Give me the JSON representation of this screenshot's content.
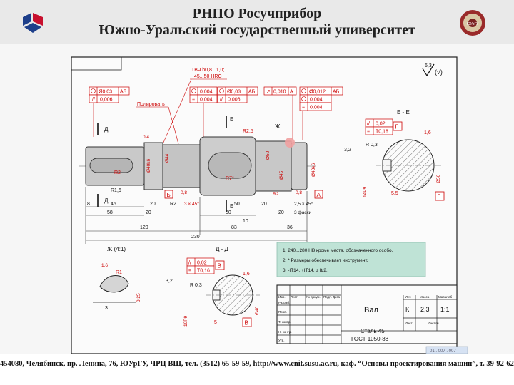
{
  "header": {
    "title_line1": "РНПО  Росучприбор",
    "title_line2": "Южно-Уральский государственный университет",
    "right_logo_text": "ЮУрГУ"
  },
  "drawing": {
    "roughness": "6,3",
    "hardness_note_1": "ТВЧ h0,8...1,0;",
    "hardness_note_2": "45...50 HRC",
    "polish_note": "Полировать",
    "tol_1": [
      "Ø0,03",
      "АБ"
    ],
    "tol_2": "0,006",
    "tol_3": "0,004",
    "tol_4": "0,004",
    "tol_5": [
      "Ø0,03",
      "АБ"
    ],
    "tol_6": [
      "0,010",
      "А"
    ],
    "tol_7": [
      "Ø0,012",
      "АБ"
    ],
    "tol_8": "0,004",
    "tol_9": "0,004",
    "labels": {
      "d": "Д",
      "e": "Е",
      "zh": "Ж",
      "b": "Б",
      "a": "А",
      "r25": "R2,5",
      "r2_1": "R2",
      "r2_2": "R2",
      "r2_3": "R2",
      "r7": "R7*",
      "r16": "R1,6",
      "ch_1": "3 × 45°",
      "ch_2": "2,5 × 45°",
      "ch_3": "3 фаски",
      "r08_1": "0,8",
      "r08_2": "0,8",
      "r02": "0,4",
      "d40": "Ø40k6",
      "d45": "Ø45",
      "d50": "Ø50",
      "d40b": "Ø40k6",
      "d44": "Ø44"
    },
    "dims": {
      "d8": "8",
      "d45": "45",
      "d20a": "20",
      "d20b": "20",
      "d50": "50",
      "d20c": "20",
      "d58": "58",
      "d120": "120",
      "d83": "83",
      "d36": "36",
      "d230": "230",
      "d10": "10",
      "d5": "5"
    },
    "section_ee": {
      "title": "Е - Е",
      "tol_1": [
        "0,02",
        "Г"
      ],
      "tol_2": "Т0,18",
      "r": "R 0,3",
      "c32": "3,2",
      "c16": "1,6",
      "depth": "14P9",
      "dia": "Ø50",
      "b55": "5,5",
      "g": "Г"
    },
    "section_dd": {
      "title": "Д - Д",
      "tol_1": [
        "0,02",
        "В"
      ],
      "tol_2": "Т0,16",
      "r": "R 0,3",
      "c32": "3,2",
      "c16": "1,6",
      "depth": "10P9",
      "dia": "Ø40",
      "b5": "5",
      "v": "В"
    },
    "detail": {
      "title": "Ж (4:1)",
      "r": "R1",
      "a": "3",
      "b": "0,25",
      "c": "1,6"
    },
    "notes": [
      "1. 240...280 НВ кроме места, обозначенного особо.",
      "2. * Размеры обеспечивает инструмент.",
      "3. -IT14, +IT14, ± It/2."
    ],
    "title_block": {
      "part_name": "Вал",
      "material_1": "Сталь 45",
      "material_2": "ГОСТ 1050-88",
      "lit_header": "Лит.",
      "mass_header": "Масса",
      "scale_header": "Масштаб",
      "lit": "К",
      "mass": "2,3",
      "scale": "1:1",
      "sheet": "Лист",
      "sheets": "Листов",
      "rows": [
        "Изм.",
        "Лист",
        "№ докум.",
        "Подп.",
        "Дата"
      ],
      "roles": [
        "Разраб.",
        "Пров.",
        "Т. контр.",
        "Н. контр.",
        "Утв."
      ]
    },
    "stamp": "01 . 007 . 007"
  },
  "footer": {
    "text": "454080, Челябинск, пр. Ленина, 76, ЮУрГУ, ЧРЦ ВШ, тел. (3512) 65-59-59, http://www.cnit.susu.ac.ru, каф. “Основы проектирования машин”, т. 39-92-62"
  }
}
